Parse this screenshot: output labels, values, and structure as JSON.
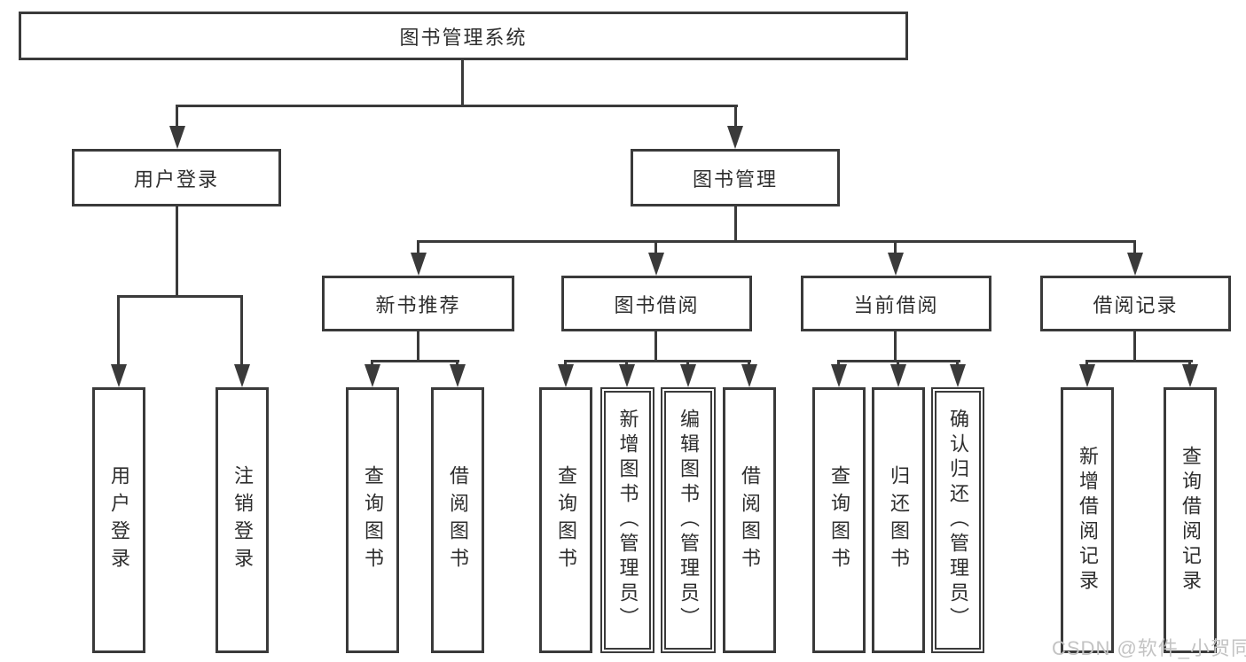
{
  "diagram": {
    "title": "图书管理系统",
    "branches": {
      "user_login": {
        "label": "用户登录",
        "children": [
          {
            "label": "用户登录"
          },
          {
            "label": "注销登录"
          }
        ]
      },
      "book_management": {
        "label": "图书管理",
        "children": [
          {
            "label": "新书推荐",
            "children": [
              {
                "label": "查询图书"
              },
              {
                "label": "借阅图书"
              }
            ]
          },
          {
            "label": "图书借阅",
            "children": [
              {
                "label": "查询图书"
              },
              {
                "label": "新增图书（管理员）"
              },
              {
                "label": "编辑图书（管理员）"
              },
              {
                "label": "借阅图书"
              }
            ]
          },
          {
            "label": "当前借阅",
            "children": [
              {
                "label": "查询图书"
              },
              {
                "label": "归还图书"
              },
              {
                "label": "确认归还（管理员）"
              }
            ]
          },
          {
            "label": "借阅记录",
            "children": [
              {
                "label": "新增借阅记录"
              },
              {
                "label": "查询借阅记录"
              }
            ]
          }
        ]
      }
    }
  },
  "watermark": {
    "text": "CSDN @软件_小贺同学"
  },
  "colors": {
    "line": "#3a3a3a",
    "text": "#2e2e2e",
    "background": "#ffffff",
    "watermark": "#c3c3c3"
  }
}
